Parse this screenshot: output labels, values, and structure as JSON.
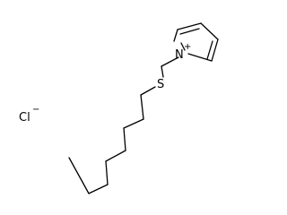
{
  "molecule": {
    "atoms": {
      "nitrogen": "N",
      "nitrogen_charge": "+",
      "sulfur": "S",
      "chloride": "Cl",
      "chloride_charge": "−"
    }
  }
}
